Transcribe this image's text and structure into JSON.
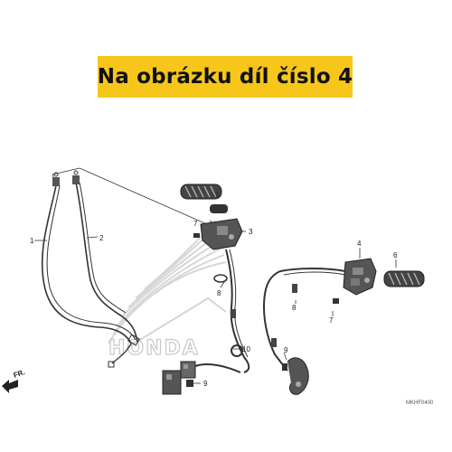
{
  "banner": {
    "text": "Na obrázku díl číslo 4"
  },
  "parts": {
    "p1": "1",
    "p2": "2",
    "p3": "3",
    "p4": "4",
    "p5": "5",
    "p6": "6",
    "p7a": "7",
    "p7b": "7",
    "p8a": "8",
    "p8b": "8",
    "p9a": "9",
    "p9b": "9",
    "p10": "10"
  },
  "direction_label": "FR.",
  "diagram_code": "MKHF0400",
  "watermark_text": "HONDA",
  "colors": {
    "banner": "#f7c61b",
    "line": "#333333",
    "watermark": "#d9d9d9"
  }
}
